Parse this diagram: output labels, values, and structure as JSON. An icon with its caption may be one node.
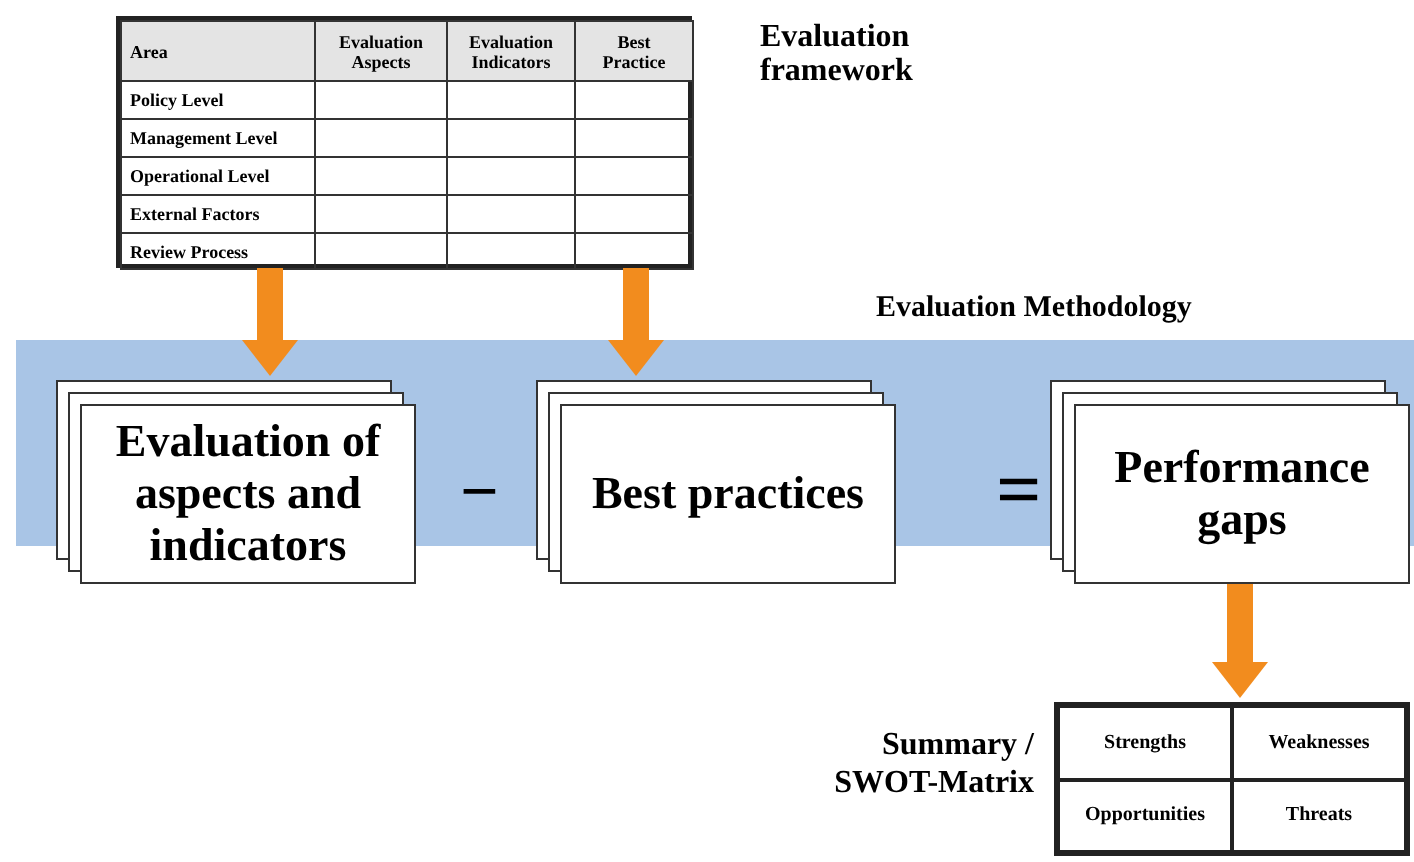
{
  "diagram": {
    "nodes": [
      {
        "text": [
          "Evaluation framework"
        ]
      },
      {
        "text": [
          "Evaluation Methodology"
        ]
      },
      {
        "text": [
          "Evaluation of aspects and indicators"
        ],
        "in": 1
      },
      {
        "text": [
          "Best practices"
        ],
        "in": 1
      },
      {
        "text": [
          "Performance gaps"
        ],
        "in": 1
      },
      {
        "text": [
          "Summary / SWOT-Matrix"
        ]
      }
    ],
    "edges": [
      {
        "from": 0,
        "to": 2,
        "arrow": "to"
      },
      {
        "from": 0,
        "to": 3,
        "arrow": "to"
      },
      {
        "from": 4,
        "to": 5,
        "arrow": "to"
      }
    ],
    "labels": [
      "Area",
      "Evaluation Aspects",
      "Evaluation Indicators",
      "Best Practice",
      "Policy Level",
      "Management Level",
      "Operational Level",
      "External Factors",
      "Review Process",
      "−",
      "=",
      "Strengths",
      "Weaknesses",
      "Opportunities",
      "Threats"
    ]
  }
}
